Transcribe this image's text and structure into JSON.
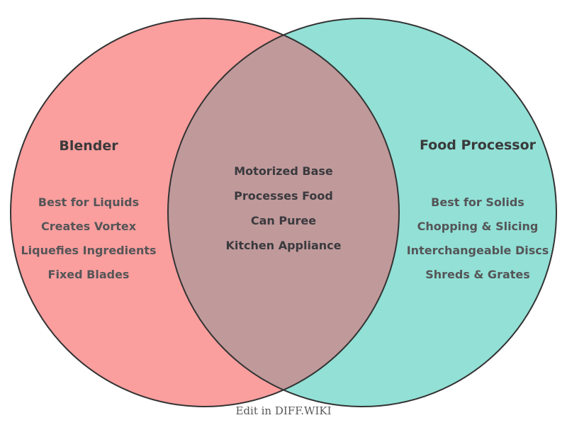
{
  "venn": {
    "left": {
      "title": "Blender",
      "items": [
        "Best for Liquids",
        "Creates Vortex",
        "Liquefies Ingredients",
        "Fixed Blades"
      ],
      "color": "#FA9E9E"
    },
    "right": {
      "title": "Food Processor",
      "items": [
        "Best for Solids",
        "Chopping & Slicing",
        "Interchangeable Discs",
        "Shreds & Grates"
      ],
      "color": "#92E0D6"
    },
    "overlap": {
      "items": [
        "Motorized Base",
        "Processes Food",
        "Can Puree",
        "Kitchen Appliance"
      ],
      "color": "#C0999B"
    },
    "stroke_color": "#333333"
  },
  "footer": {
    "label": "Edit in DIFF.WIKI"
  }
}
